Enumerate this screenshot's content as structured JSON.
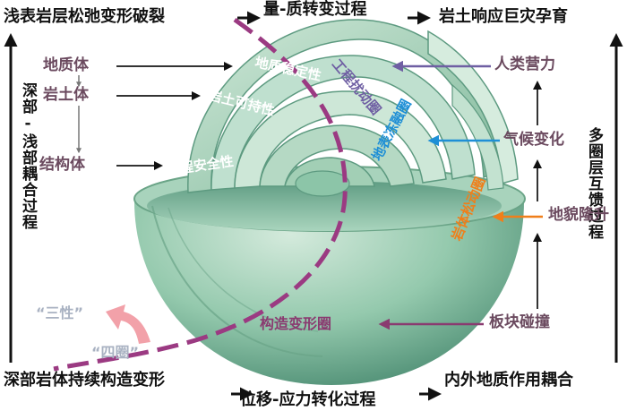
{
  "frame": {
    "top_left": "浅表岩层松弛变形破裂",
    "top_center": "量-质转变过程",
    "top_right": "岩土响应巨灾孕育",
    "bottom_left": "深部岩体持续构造变形",
    "bottom_center": "位移-应力转化过程",
    "bottom_right": "内外地质作用耦合",
    "left_vertical": "深部-浅部耦合过程",
    "right_vertical": "多圈层互馈过程"
  },
  "left_labels": [
    "地质体",
    "岩土体",
    "结构体"
  ],
  "right_labels": [
    "人类营力",
    "气候变化",
    "地貌隆升",
    "板块碰撞"
  ],
  "shell_labels": [
    "地质稳定性",
    "岩土可持性",
    "工程安全性",
    "工程扰动圈",
    "地表冻融圈",
    "岩体松动圈",
    "构造变形圈"
  ],
  "legend": {
    "three": "“三性”",
    "four": "“四圈”"
  },
  "colors": {
    "frame_text": "#111111",
    "label_text": "#6b4a5f",
    "disturb": "#6f5fa3",
    "freeze": "#1e8fd6",
    "loose": "#ef7f1a",
    "tectonic": "#8a3a70",
    "dashed": "#9b3a82",
    "pink_arrow": "#f2a1a9",
    "legend_text": "#a9b2c2",
    "shell_light": "#bfe0cf",
    "shell_mid": "#8cc5a8",
    "shell_dark": "#4f8f75"
  }
}
